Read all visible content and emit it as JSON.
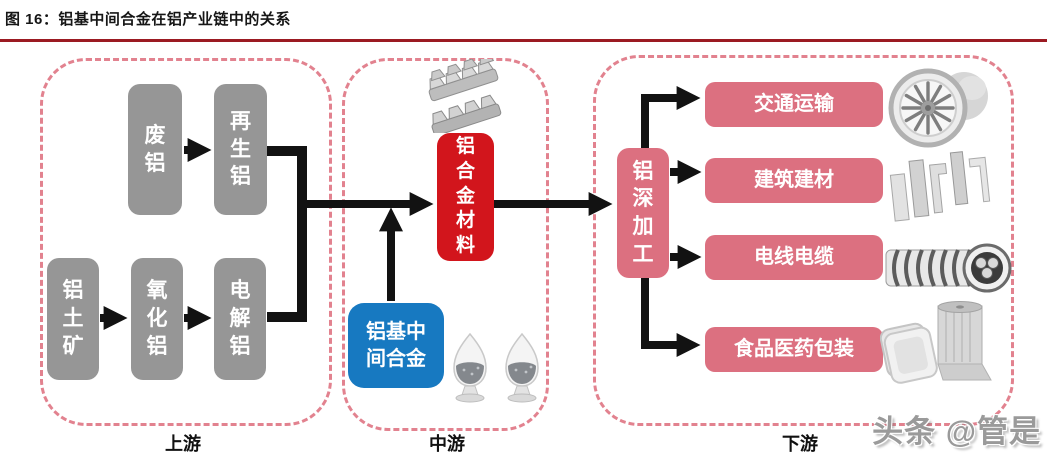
{
  "figure": {
    "title": "图 16：铝基中间合金在铝产业链中的关系",
    "watermark": "头条 @管是"
  },
  "colors": {
    "title_rule": "#9b1a22",
    "dashed_border": "#e2828f",
    "gray_node": "#969696",
    "red_node": "#d2151c",
    "blue_node": "#1779c1",
    "rose_node": "#dc7080",
    "arrow": "#121212"
  },
  "upstream": {
    "section_label": "上游",
    "nodes": {
      "scrap_aluminum": "废铝",
      "recycled_aluminum": "再生铝",
      "bauxite": "铝土矿",
      "alumina": "氧化铝",
      "electrolytic_aluminum": "电解铝"
    }
  },
  "midstream": {
    "section_label": "中游",
    "nodes": {
      "aluminum_alloy_material": "铝合金材料",
      "aluminum_master_alloy": "铝基中间合金"
    },
    "images": {
      "ingots": "aluminum-ingot-stack",
      "bottles": "alloy-granule-bottles"
    }
  },
  "downstream": {
    "section_label": "下游",
    "nodes": {
      "deep_processing": "铝深加工"
    },
    "applications": [
      "交通运输",
      "建筑建材",
      "电线电缆",
      "食品医药包装"
    ],
    "images": {
      "transportation": "jet-engine",
      "construction": "aluminum-profiles",
      "wire_cable": "aluminum-cable",
      "packaging": "foil-packaging"
    }
  }
}
